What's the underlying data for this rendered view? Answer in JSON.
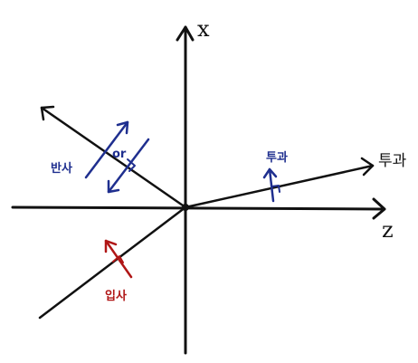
{
  "axes": {
    "vertical_label": "x",
    "horizontal_label": "z"
  },
  "labels": {
    "reflected": "반사",
    "incident": "입사",
    "transmitted": "투과",
    "transmitted_small": "투과",
    "reflected_e_field": "or"
  },
  "colors": {
    "axis_ink": "#111111",
    "reflected_ink": "#1f2f8f",
    "transmitted_ink": "#1f2f8f",
    "incident_ink": "#b01616"
  }
}
